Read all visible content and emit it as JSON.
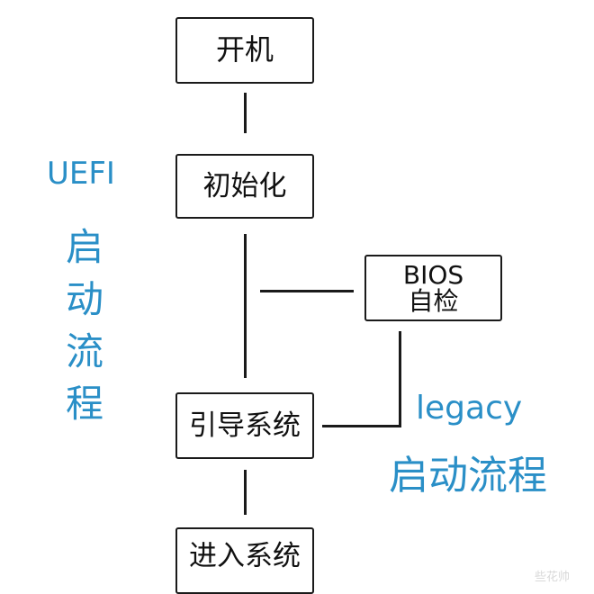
{
  "diagram": {
    "nodes": {
      "power_on": "开机",
      "init": "初始化",
      "bios_check_line1": "BIOS",
      "bios_check_line2": "自检",
      "boot_system": "引导系统",
      "enter_system": "进入系统"
    },
    "labels": {
      "uefi_title": "UEFI",
      "uefi_chars": [
        "启",
        "动",
        "流",
        "程"
      ],
      "legacy_title": "legacy",
      "legacy_subtitle": "启动流程"
    },
    "watermark": "些花帅"
  },
  "colors": {
    "accent": "#2a8fc7",
    "line": "#1a1a1a",
    "text": "#111111"
  }
}
